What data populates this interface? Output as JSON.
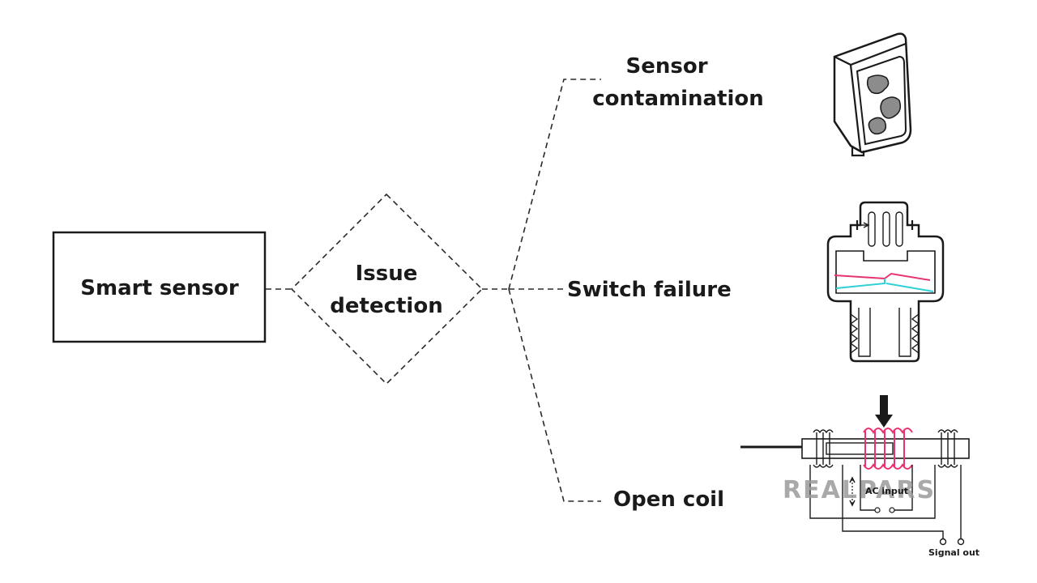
{
  "nodes": {
    "smart_sensor": "Smart sensor",
    "issue_detection": [
      "Issue",
      "detection"
    ],
    "sensor_contamination": [
      "Sensor",
      "contamination"
    ],
    "switch_failure": "Switch failure",
    "open_coil": "Open coil"
  },
  "coil_labels": {
    "ac_input": "AC input",
    "signal_out": "Signal out"
  },
  "watermark": "REALPARS",
  "icons": [
    "contaminated-sensor-icon",
    "pressure-switch-icon",
    "coil-circuit-icon"
  ],
  "colors": {
    "coil": "#e8336f",
    "diaphragm": "#2fd0d6",
    "ink": "#1a1a1a",
    "watermark": "#9a9a9a"
  }
}
